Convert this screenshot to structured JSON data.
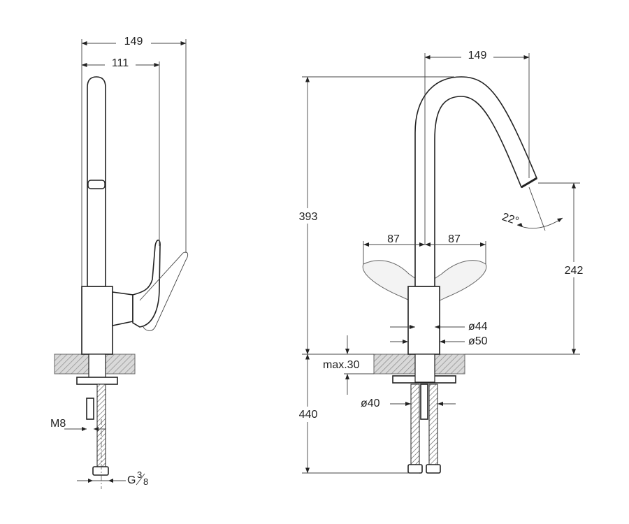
{
  "side_view": {
    "dim_149": "149",
    "dim_111": "111",
    "thread_m8": "M8",
    "thread_g": "G",
    "thread_g_num": "3",
    "thread_g_den": "8"
  },
  "front_view": {
    "dim_149": "149",
    "dim_393": "393",
    "dim_242": "242",
    "dim_87_left": "87",
    "dim_87_right": "87",
    "dim_22": "22°",
    "dim_d44": "ø44",
    "dim_d50": "ø50",
    "dim_max30": "max.30",
    "dim_d40": "ø40",
    "dim_440": "440"
  }
}
